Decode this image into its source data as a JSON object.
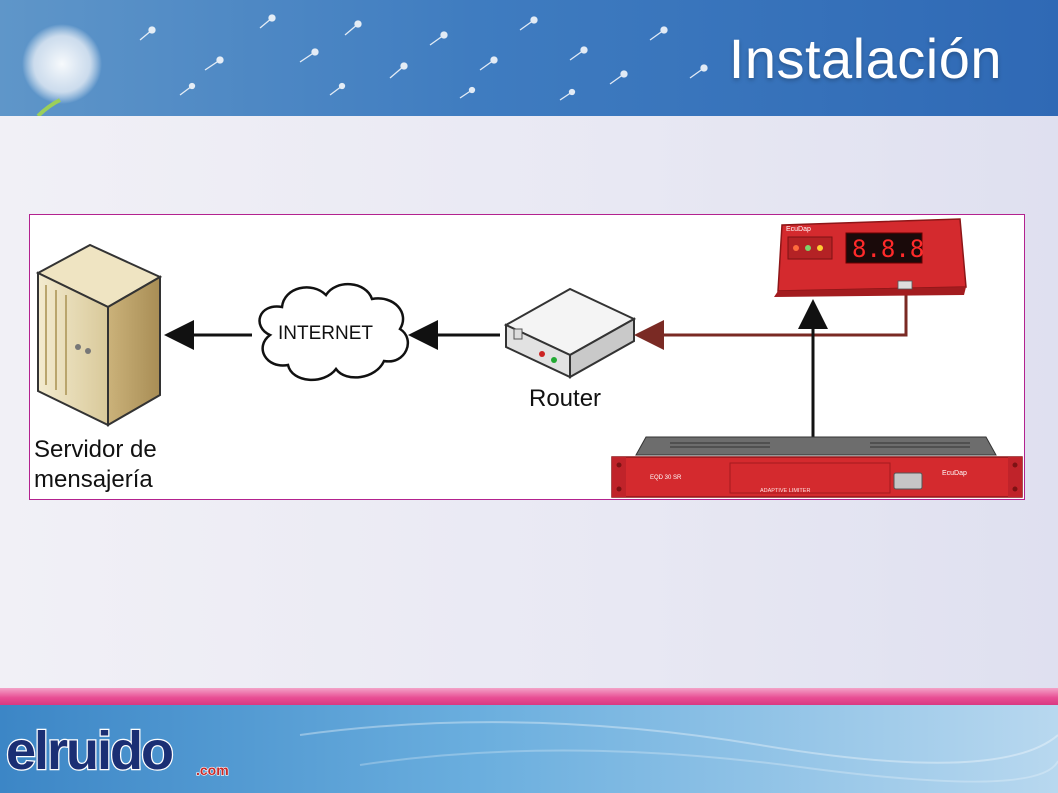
{
  "slide": {
    "title": "Instalación"
  },
  "diagram": {
    "server_label_line1": "Servidor de",
    "server_label_line2": "mensajería",
    "internet_label": "INTERNET",
    "router_label": "Router",
    "display_digits": "8.8.8",
    "display_brand": "EcuDap",
    "limiter_model": "EQD 30 SR",
    "limiter_brand": "EcuDap",
    "limiter_panel_text": "ADAPTIVE LIMITER"
  },
  "footer": {
    "logo_main": "elruido",
    "logo_suffix": ".com"
  },
  "colors": {
    "header_blue": "#3f7cc0",
    "frame_magenta": "#b3228f",
    "device_red": "#d42a2e",
    "link_brown": "#7a2a24",
    "arrow_black": "#111111"
  }
}
